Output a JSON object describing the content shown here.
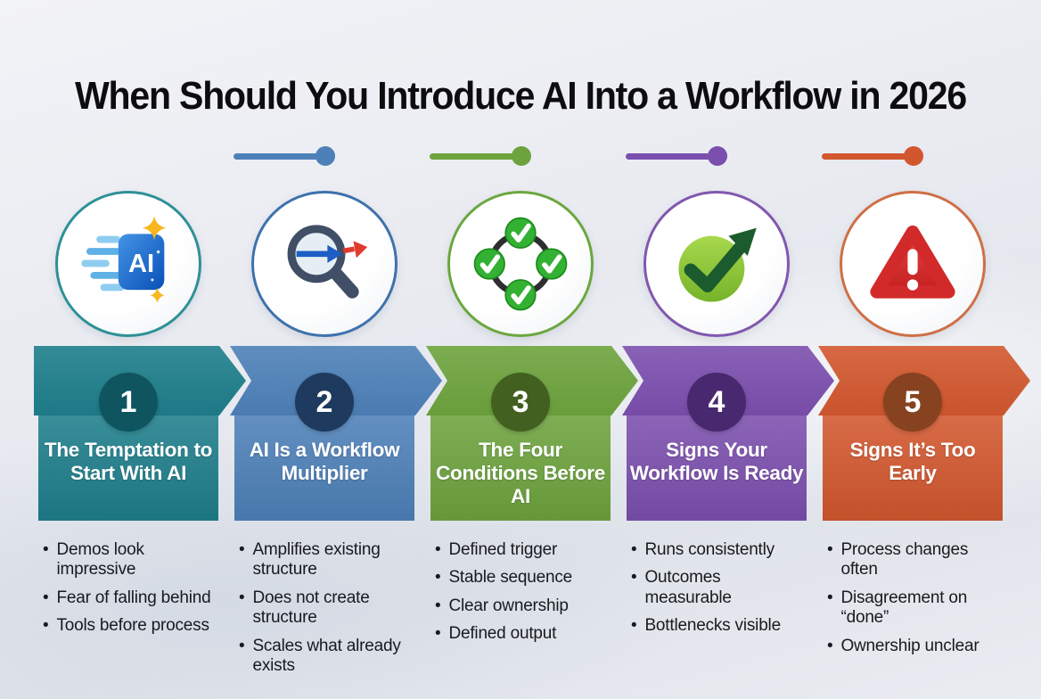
{
  "header": {
    "title": "When Should You Introduce AI Into a Workflow in 2026"
  },
  "columns": [
    {
      "number": "1",
      "title": "The Temptation to Start With AI",
      "icon": "ai-speed-badge-icon",
      "colors": {
        "accent": "#1d7e8b",
        "dark": "#0e5560",
        "border": "#2e9097"
      },
      "bullets": [
        "Demos look impressive",
        "Fear of falling behind",
        "Tools before process"
      ]
    },
    {
      "number": "2",
      "title": "AI Is a Workflow Multiplier",
      "icon": "magnifier-compare-arrows-icon",
      "colors": {
        "accent": "#4d80b8",
        "dark": "#1e3a5e",
        "border": "#3e72ab"
      },
      "bullets": [
        "Amplifies existing structure",
        "Does not create structure",
        "Scales what already exists"
      ]
    },
    {
      "number": "3",
      "title": "The Four Conditions Before AI",
      "icon": "four-checkmarks-cycle-icon",
      "colors": {
        "accent": "#6da33d",
        "dark": "#42601f",
        "border": "#6aa73e"
      },
      "bullets": [
        "Defined trigger",
        "Stable sequence",
        "Clear ownership",
        "Defined output"
      ]
    },
    {
      "number": "4",
      "title": "Signs Your Workflow Is Ready",
      "icon": "checkmark-growth-arrow-icon",
      "colors": {
        "accent": "#7b4fae",
        "dark": "#48286e",
        "border": "#8157ae"
      },
      "bullets": [
        "Runs consistently",
        "Outcomes measurable",
        "Bottlenecks visible"
      ]
    },
    {
      "number": "5",
      "title": "Signs It’s Too Early",
      "icon": "warning-triangle-icon",
      "colors": {
        "accent": "#d2572e",
        "dark": "#87421f",
        "border": "#cf6f45"
      },
      "bullets": [
        "Process changes often",
        "Disagreement on “done”",
        "Ownership unclear"
      ]
    }
  ]
}
